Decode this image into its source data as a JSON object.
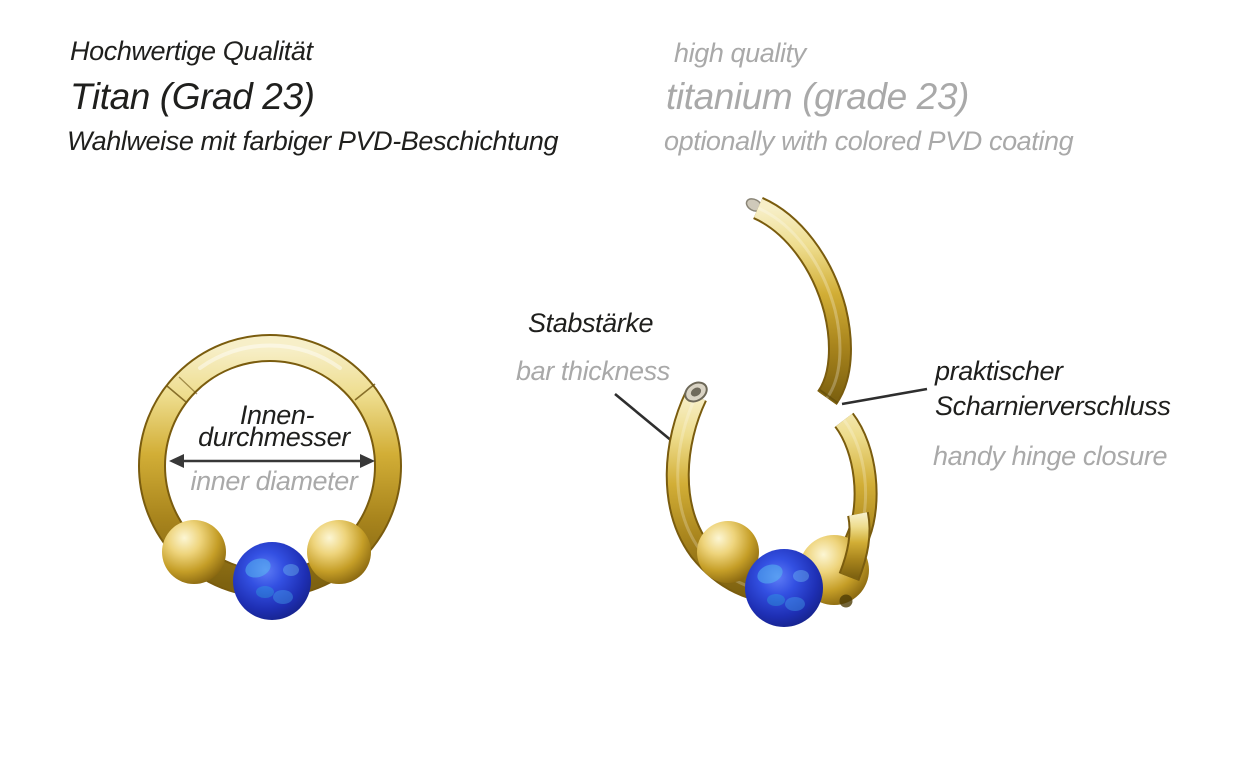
{
  "header": {
    "german": {
      "quality": "Hochwertige Qualität",
      "material": "Titan (Grad 23)",
      "coating": "Wahlweise mit farbiger PVD-Beschichtung"
    },
    "english": {
      "quality": "high quality",
      "material": "titanium (grade 23)",
      "coating": "optionally with colored PVD coating"
    }
  },
  "closed_ring_figure": {
    "inner_diameter_de_line1": "Innen-",
    "inner_diameter_de_line2": "durchmesser",
    "inner_diameter_en": "inner diameter"
  },
  "open_ring_figure": {
    "bar_thickness_de": "Stabstärke",
    "bar_thickness_en": "bar thickness",
    "hinge_de_line1": "praktischer",
    "hinge_de_line2": "Scharnierverschluss",
    "hinge_en": "handy hinge closure"
  },
  "icons": {
    "inner_diameter_arrow": "double-headed-arrow",
    "bar_leader": "leader-line",
    "hinge_leader": "leader-line"
  },
  "colors": {
    "text_dark": "#1f1f1d",
    "text_gray": "#a9a9a9",
    "leader_line": "#2e2e2e",
    "gold_light": "#f7efc8",
    "gold_mid": "#d2ae36",
    "gold_dark": "#7e6210",
    "opal_light": "#5d7cf6",
    "opal_mid": "#1e2fb4",
    "opal_dark": "#121c74",
    "background": "#ffffff"
  }
}
